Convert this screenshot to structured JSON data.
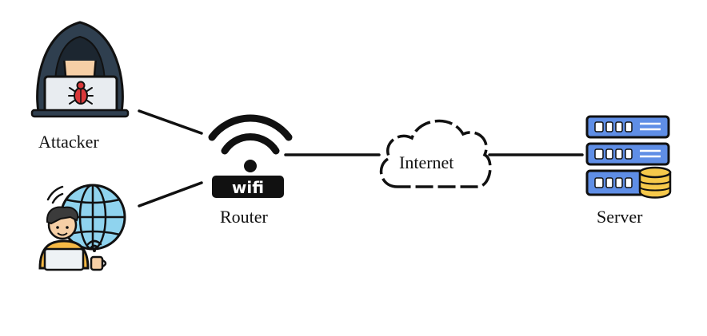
{
  "labels": {
    "attacker": "Attacker",
    "router": "Router",
    "internet": "Internet",
    "server": "Server",
    "wifi": "wifi"
  },
  "nodes": [
    {
      "id": "attacker",
      "icon": "hacker-laptop-icon"
    },
    {
      "id": "user",
      "icon": "user-globe-laptop-icon"
    },
    {
      "id": "router",
      "icon": "wifi-router-icon"
    },
    {
      "id": "internet",
      "icon": "cloud-icon"
    },
    {
      "id": "server",
      "icon": "server-rack-icon"
    }
  ],
  "edges": [
    {
      "from": "attacker",
      "to": "router"
    },
    {
      "from": "user",
      "to": "router"
    },
    {
      "from": "router",
      "to": "internet"
    },
    {
      "from": "internet",
      "to": "server"
    }
  ],
  "colors": {
    "line": "#111111",
    "hood": "#2f3f4f",
    "skin": "#f6cfa6",
    "bug": "#d9383a",
    "globe": "#8fd3ee",
    "shirt": "#f6b945",
    "server": "#5f8ee6",
    "database": "#f6c94b"
  }
}
